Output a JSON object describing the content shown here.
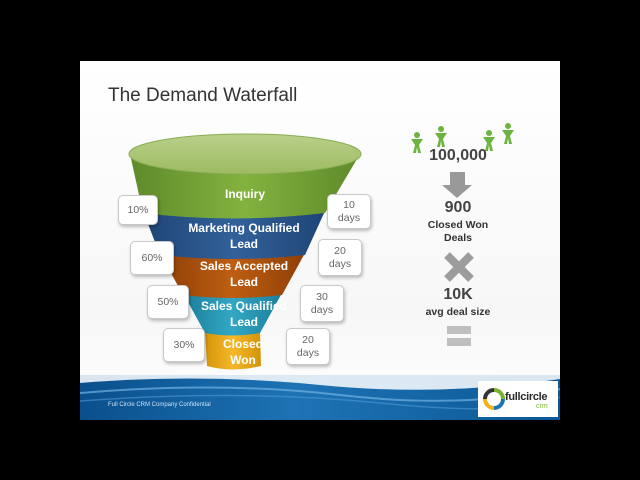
{
  "slide": {
    "title": "The Demand Waterfall"
  },
  "funnel": {
    "stages": [
      {
        "label_line1": "Inquiry",
        "label_line2": "",
        "color": "#7aa83a"
      },
      {
        "label_line1": "Marketing Qualified",
        "label_line2": "Lead",
        "color": "#2e5a8f"
      },
      {
        "label_line1": "Sales Accepted",
        "label_line2": "Lead",
        "color": "#b5570f"
      },
      {
        "label_line1": "Sales Qualified",
        "label_line2": "Lead",
        "color": "#2b9cb8"
      },
      {
        "label_line1": "Closed",
        "label_line2": "Won",
        "color": "#f0b21a"
      }
    ],
    "conversion_rates": [
      "10%",
      "60%",
      "50%",
      "30%"
    ],
    "durations": [
      {
        "value": "10",
        "unit": "days"
      },
      {
        "value": "20",
        "unit": "days"
      },
      {
        "value": "30",
        "unit": "days"
      },
      {
        "value": "20",
        "unit": "days"
      }
    ]
  },
  "formula": {
    "inquiries": "100,000",
    "closed_won": "900",
    "closed_won_label_line1": "Closed Won",
    "closed_won_label_line2": "Deals",
    "deal_size": "10K",
    "deal_size_label": "avg deal size",
    "icons": [
      "people-icon",
      "arrow-down-icon",
      "multiply-icon",
      "equals-icon"
    ]
  },
  "footer": {
    "confidential": "Full Circle CRM Company Confidential",
    "logo_text": "fullcircle",
    "logo_sub": "crm"
  },
  "colors": {
    "accent_green": "#7ab32e",
    "footer_blue": "#1d73b4",
    "gray_icon": "#999999"
  }
}
